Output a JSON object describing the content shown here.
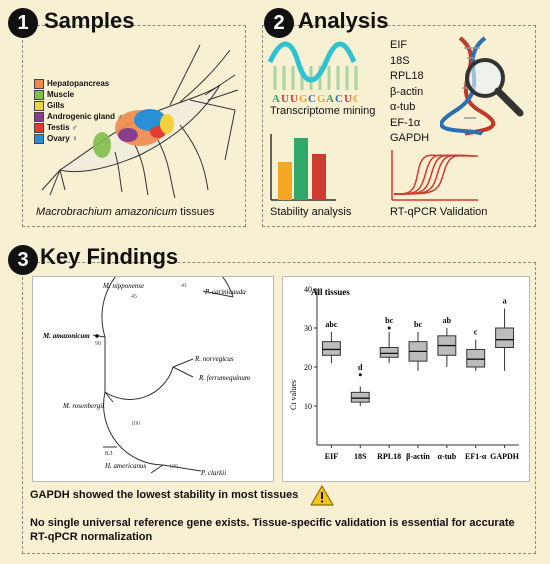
{
  "panel1": {
    "number": "1",
    "title": "Samples",
    "caption_italic": "Macrobrachium amazonicum",
    "caption_rest": " tissues",
    "legend": [
      {
        "label": "Hepatopancreas",
        "color": "#f08a4b"
      },
      {
        "label": "Muscle",
        "color": "#7fbf4a"
      },
      {
        "label": "Gills",
        "color": "#f2d23a"
      },
      {
        "label": "Androgenic gland ♂",
        "color": "#8a3d8c"
      },
      {
        "label": "Testis ♂",
        "color": "#e43a2f"
      },
      {
        "label": "Ovary ♀",
        "color": "#2a8fd6"
      }
    ]
  },
  "panel2": {
    "number": "2",
    "title": "Analysis",
    "transcriptome_seq": [
      "A",
      "U",
      "U",
      "G",
      "C",
      "G",
      "A",
      "C",
      "U",
      "G"
    ],
    "transcriptome_label": "Transcriptome mining",
    "genes": [
      "EIF",
      "18S",
      "RPL18",
      "β-actin",
      "α-tub",
      "EF-1α",
      "GAPDH"
    ],
    "stability_label": "Stability analysis",
    "rtqpcr_label": "RT-qPCR Validation"
  },
  "panel3": {
    "number": "3",
    "title": "Key Findings",
    "finding1": "GAPDH showed the lowest stability in most tissues",
    "finding2": "No single universal reference gene exists. Tissue-specific validation is essential for accurate RT-qPCR normalization"
  },
  "tree": {
    "species": [
      "M. nipponense",
      "P. carinicauda",
      "M. amazonicum",
      "R. norvegicus",
      "R. ferrumequinum",
      "M. rosenbergii",
      "H. americanus",
      "P. clarkii"
    ],
    "bootstraps": [
      "41",
      "45",
      "98",
      "100",
      "100"
    ],
    "scale": "0.3"
  },
  "chart_data": {
    "type": "box",
    "title": "All tissues",
    "ylabel": "Ct values",
    "ylim": [
      0,
      40
    ],
    "yticks": [
      10,
      20,
      30,
      40
    ],
    "categories": [
      "EIF",
      "18S",
      "RPL18",
      "β-actin",
      "α-tub",
      "EF1-α",
      "GAPDH"
    ],
    "letters": [
      "abc",
      "d",
      "bc",
      "bc",
      "ab",
      "c",
      "a"
    ],
    "boxes": [
      {
        "min": 21,
        "q1": 23,
        "median": 24.5,
        "q3": 26.5,
        "max": 29
      },
      {
        "min": 10,
        "q1": 11,
        "median": 12,
        "q3": 13.5,
        "max": 15,
        "outliers": [
          18
        ]
      },
      {
        "min": 21,
        "q1": 22.5,
        "median": 23.5,
        "q3": 25,
        "max": 29,
        "outliers": [
          30
        ]
      },
      {
        "min": 19,
        "q1": 21.5,
        "median": 24,
        "q3": 26.5,
        "max": 29
      },
      {
        "min": 20,
        "q1": 23,
        "median": 25.5,
        "q3": 28,
        "max": 30
      },
      {
        "min": 19,
        "q1": 20,
        "median": 22,
        "q3": 24.5,
        "max": 27
      },
      {
        "min": 19,
        "q1": 25,
        "median": 27,
        "q3": 30,
        "max": 35
      }
    ]
  }
}
